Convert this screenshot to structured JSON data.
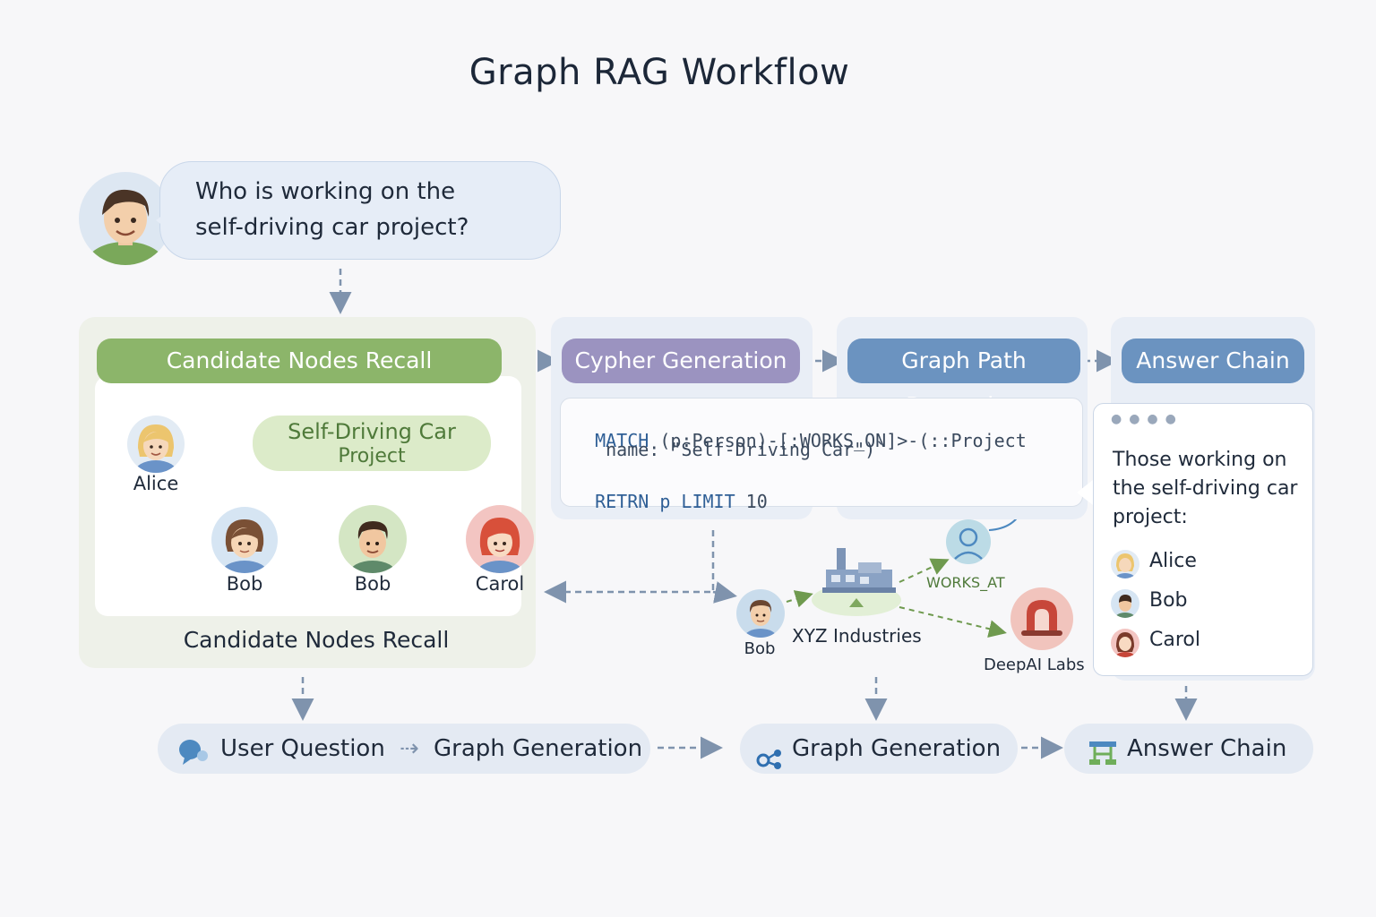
{
  "title": "Graph RAG Workflow",
  "question": {
    "line1": "Who is working on the",
    "line2": "self-driving car project?"
  },
  "stages": {
    "recall": "Candidate Nodes Recall",
    "cypher": "Cypher Generation",
    "reasoning": "Graph Path Reasoning",
    "answer": "Answer Chain"
  },
  "recall": {
    "project_line1": "Self-Driving Car",
    "project_line2": "Project",
    "people": [
      "Alice",
      "Bob",
      "Bob",
      "Carol"
    ],
    "caption": "Candidate Nodes Recall"
  },
  "cypher": {
    "line1_kw": "MATCH",
    "line1": " (p:Person)-[:WORKS_ON]>-(::Project",
    "line2": "   name: \"Self-Driving Car\")`",
    "line3_kw": "RETRN p LIMIT",
    "line3": " 10"
  },
  "reasoning": {
    "person": "Bob",
    "company": "XYZ Industries",
    "relation": "WORKS_AT",
    "lab": "DeepAI Labs"
  },
  "answer": {
    "text_line1": "Those working on",
    "text_line2": "the self-driving car",
    "text_line3": "project:",
    "names": [
      "Alice",
      "Bob",
      "Carol"
    ]
  },
  "bottom": {
    "step1_a": "User Question",
    "step1_b": "Graph Generation",
    "step2": "Graph Generation",
    "step3": "Answer Chain"
  },
  "icons": {
    "bottom1": "speech-bubble-icon",
    "bottom2": "graph-nodes-icon",
    "bottom3": "hierarchy-icon"
  },
  "colors": {
    "green": "#8cb56a",
    "purple": "#9b93c0",
    "blue": "#6b93c0",
    "arrow": "#7f93ad"
  }
}
